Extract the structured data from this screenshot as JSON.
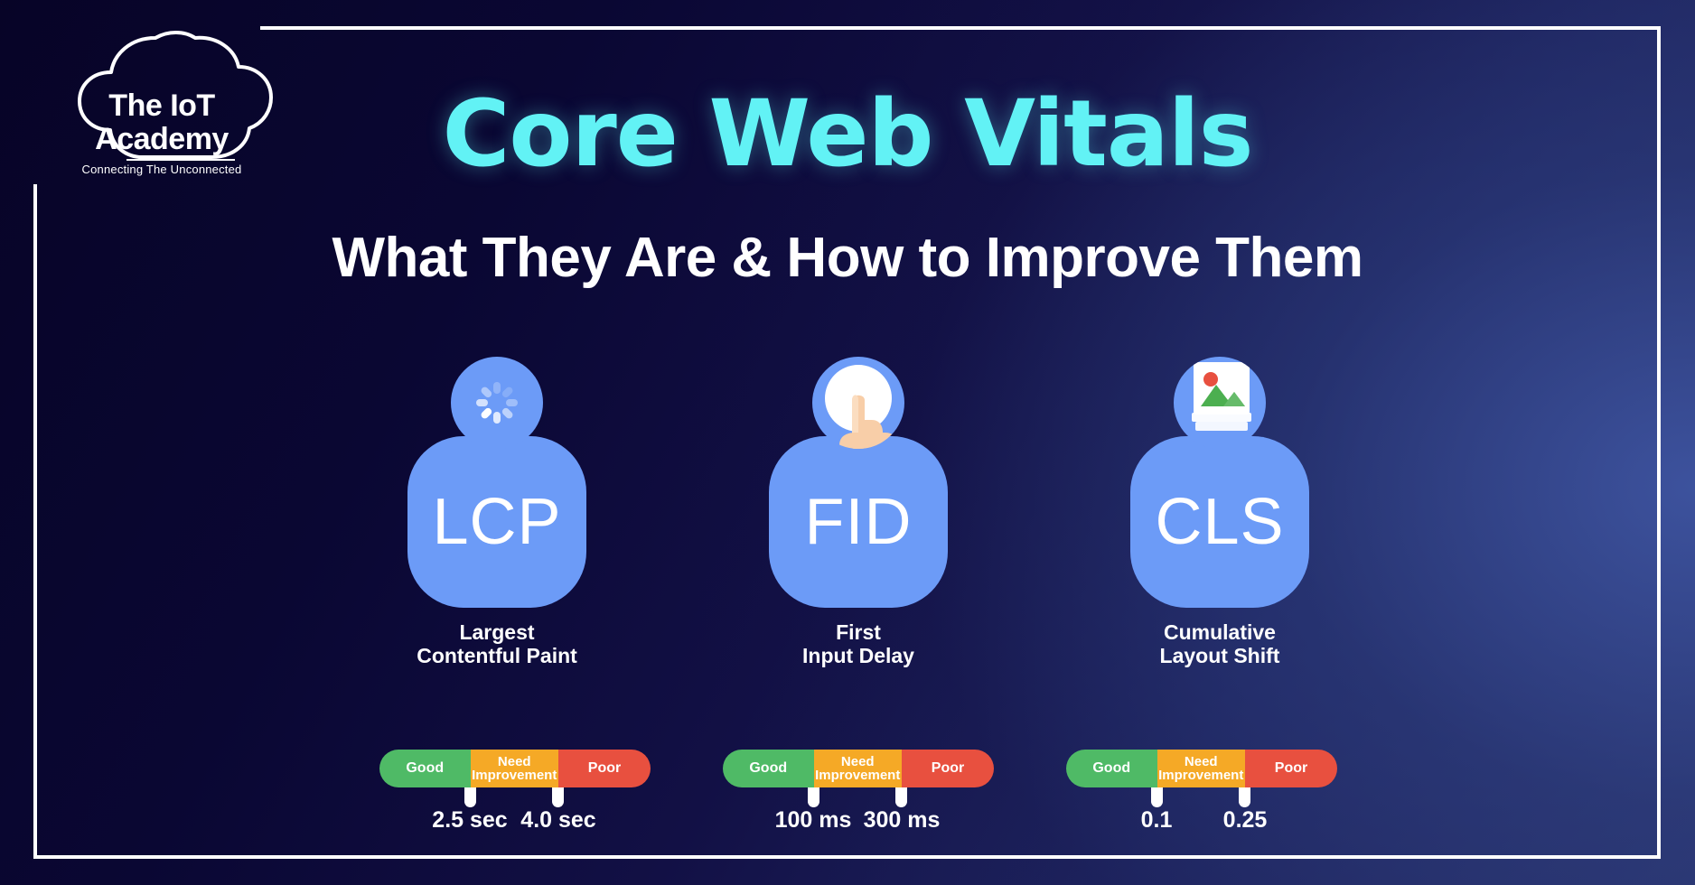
{
  "brand": {
    "logo_line1": "The IoT",
    "logo_line2": "Academy",
    "tagline": "Connecting The Unconnected",
    "cloud_icon": "cloud-outline-icon"
  },
  "header": {
    "title": "Core Web Vitals",
    "subtitle": "What They Are & How to Improve Them",
    "title_color": "#62F2F5",
    "subtitle_color": "#FFFFFF"
  },
  "theme": {
    "background_dark": "#0A0630",
    "background_light": "#2B3570",
    "card_blue": "#6C9BF7",
    "good_color": "#4FBA66",
    "need_improvement_color": "#F5A926",
    "poor_color": "#E8503F",
    "frame_color": "#FFFFFF"
  },
  "rating_labels": {
    "good": "Good",
    "need_improvement": "Need\nImprovement",
    "poor": "Poor"
  },
  "metrics": [
    {
      "abbr": "LCP",
      "name": "Largest\nContentful Paint",
      "icon": "loading-spinner-icon",
      "thresholds": {
        "good_max": "2.5 sec",
        "poor_min": "4.0 sec"
      }
    },
    {
      "abbr": "FID",
      "name": "First\nInput Delay",
      "icon": "tap-finger-icon",
      "thresholds": {
        "good_max": "100 ms",
        "poor_min": "300 ms"
      }
    },
    {
      "abbr": "CLS",
      "name": "Cumulative\nLayout Shift",
      "icon": "image-placeholder-icon",
      "thresholds": {
        "good_max": "0.1",
        "poor_min": "0.25"
      }
    }
  ]
}
